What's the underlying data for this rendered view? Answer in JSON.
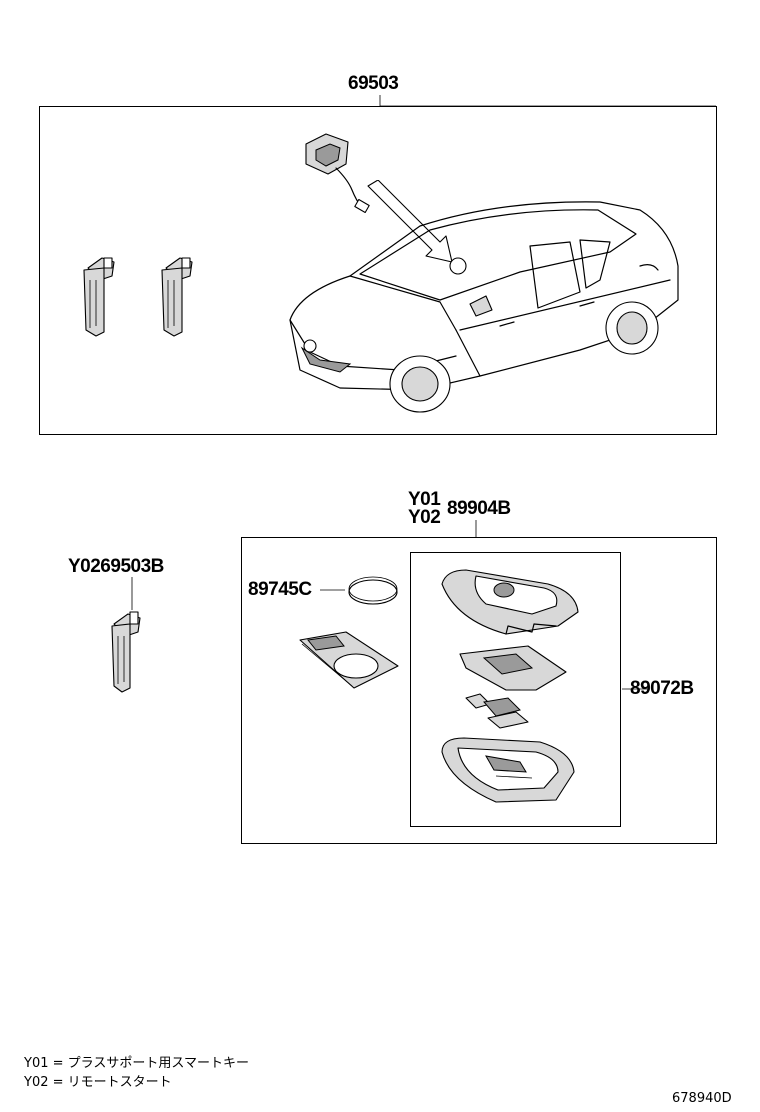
{
  "labels": {
    "assembly_top": "69503",
    "y01": "Y01",
    "y02": "Y02",
    "smart_key_assembly": "89904B",
    "key_plate": "Y0269503B",
    "battery": "89745C",
    "transmitter_case": "89072B"
  },
  "legend": {
    "line1": "Y01 = プラスサポート用スマートキー",
    "line2": "Y02 = リモートスタート"
  },
  "diagram_id": "678940D"
}
